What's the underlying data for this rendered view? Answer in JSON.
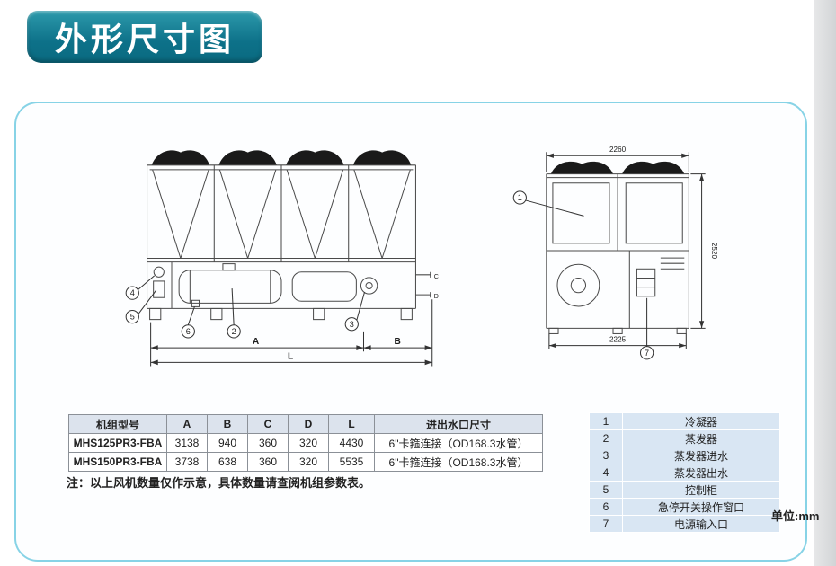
{
  "page": {
    "title": "外形尺寸图",
    "unit_label": "单位:mm",
    "note": "注：以上风机数量仅作示意，具体数量请查阅机组参数表。"
  },
  "front_view": {
    "dims": {
      "a": "A",
      "b": "B",
      "l": "L",
      "c": "C",
      "d": "D"
    },
    "callouts": {
      "c2": "2",
      "c3": "3",
      "c4": "4",
      "c5": "5",
      "c6": "6"
    }
  },
  "side_view": {
    "dim_top": "2260",
    "dim_right": "2520",
    "dim_bottom": "2225",
    "callouts": {
      "c1": "1",
      "c7": "7"
    }
  },
  "spec_table": {
    "headers": [
      "机组型号",
      "A",
      "B",
      "C",
      "D",
      "L",
      "进出水口尺寸"
    ],
    "rows": [
      [
        "MHS125PR3-FBA",
        "3138",
        "940",
        "360",
        "320",
        "4430",
        "6\"卡箍连接（OD168.3水管）"
      ],
      [
        "MHS150PR3-FBA",
        "3738",
        "638",
        "360",
        "320",
        "5535",
        "6\"卡箍连接（OD168.3水管）"
      ]
    ]
  },
  "legend": {
    "rows": [
      [
        "1",
        "冷凝器"
      ],
      [
        "2",
        "蒸发器"
      ],
      [
        "3",
        "蒸发器进水"
      ],
      [
        "4",
        "蒸发器出水"
      ],
      [
        "5",
        "控制柜"
      ],
      [
        "6",
        "急停开关操作窗口"
      ],
      [
        "7",
        "电源输入口"
      ]
    ]
  },
  "colors": {
    "badge_teal": "#0d7189",
    "panel_border": "#87d3e6",
    "table_header_bg": "#dce3ed",
    "legend_row_bg": "#d9e6f3"
  }
}
